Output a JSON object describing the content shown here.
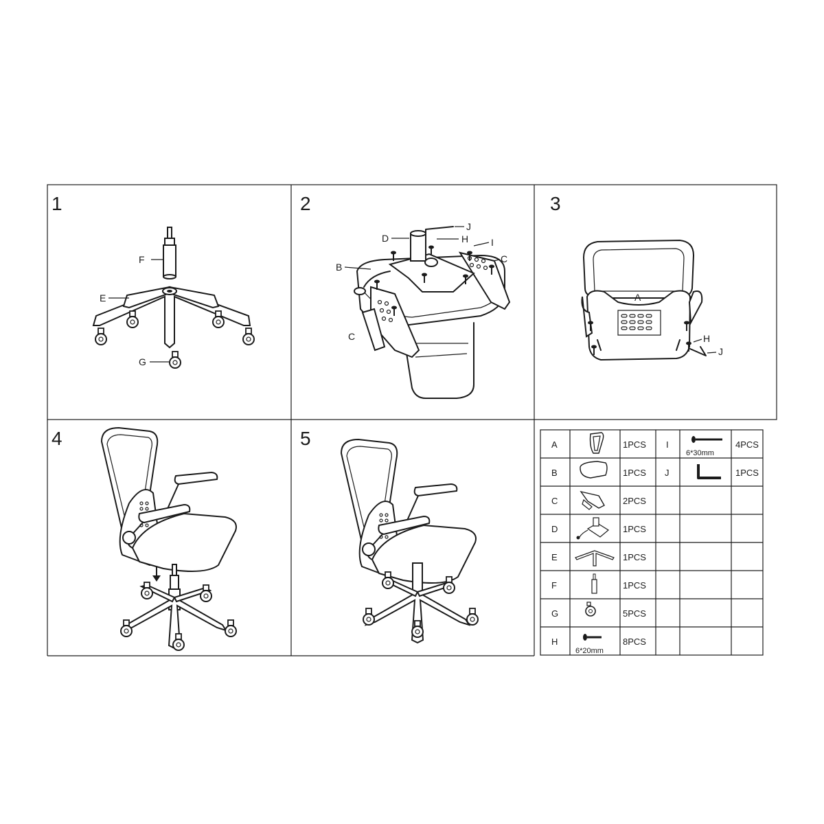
{
  "steps": {
    "s1": {
      "number": "1",
      "labels": {
        "F": "F",
        "E": "E",
        "G": "G"
      }
    },
    "s2": {
      "number": "2",
      "labels": {
        "D": "D",
        "J": "J",
        "H": "H",
        "I": "I",
        "C_right": "C",
        "B": "B",
        "C_left": "C"
      }
    },
    "s3": {
      "number": "3",
      "labels": {
        "A": "A",
        "H": "H",
        "J": "J"
      }
    },
    "s4": {
      "number": "4"
    },
    "s5": {
      "number": "5"
    }
  },
  "parts": [
    {
      "letter": "A",
      "qty": "1PCS",
      "icon": "backrest-icon"
    },
    {
      "letter": "B",
      "qty": "1PCS",
      "icon": "seat-cushion-icon"
    },
    {
      "letter": "C",
      "qty": "2PCS",
      "icon": "armrest-icon"
    },
    {
      "letter": "D",
      "qty": "1PCS",
      "icon": "mechanism-icon"
    },
    {
      "letter": "E",
      "qty": "1PCS",
      "icon": "star-base-icon"
    },
    {
      "letter": "F",
      "qty": "1PCS",
      "icon": "gas-lift-icon"
    },
    {
      "letter": "G",
      "qty": "5PCS",
      "icon": "caster-icon"
    },
    {
      "letter": "H",
      "qty": "8PCS",
      "icon": "short-screw-icon",
      "size": "6*20mm"
    }
  ],
  "hardware": [
    {
      "letter": "I",
      "qty": "4PCS",
      "icon": "long-screw-icon",
      "size": "6*30mm"
    },
    {
      "letter": "J",
      "qty": "1PCS",
      "icon": "allen-key-icon"
    }
  ]
}
